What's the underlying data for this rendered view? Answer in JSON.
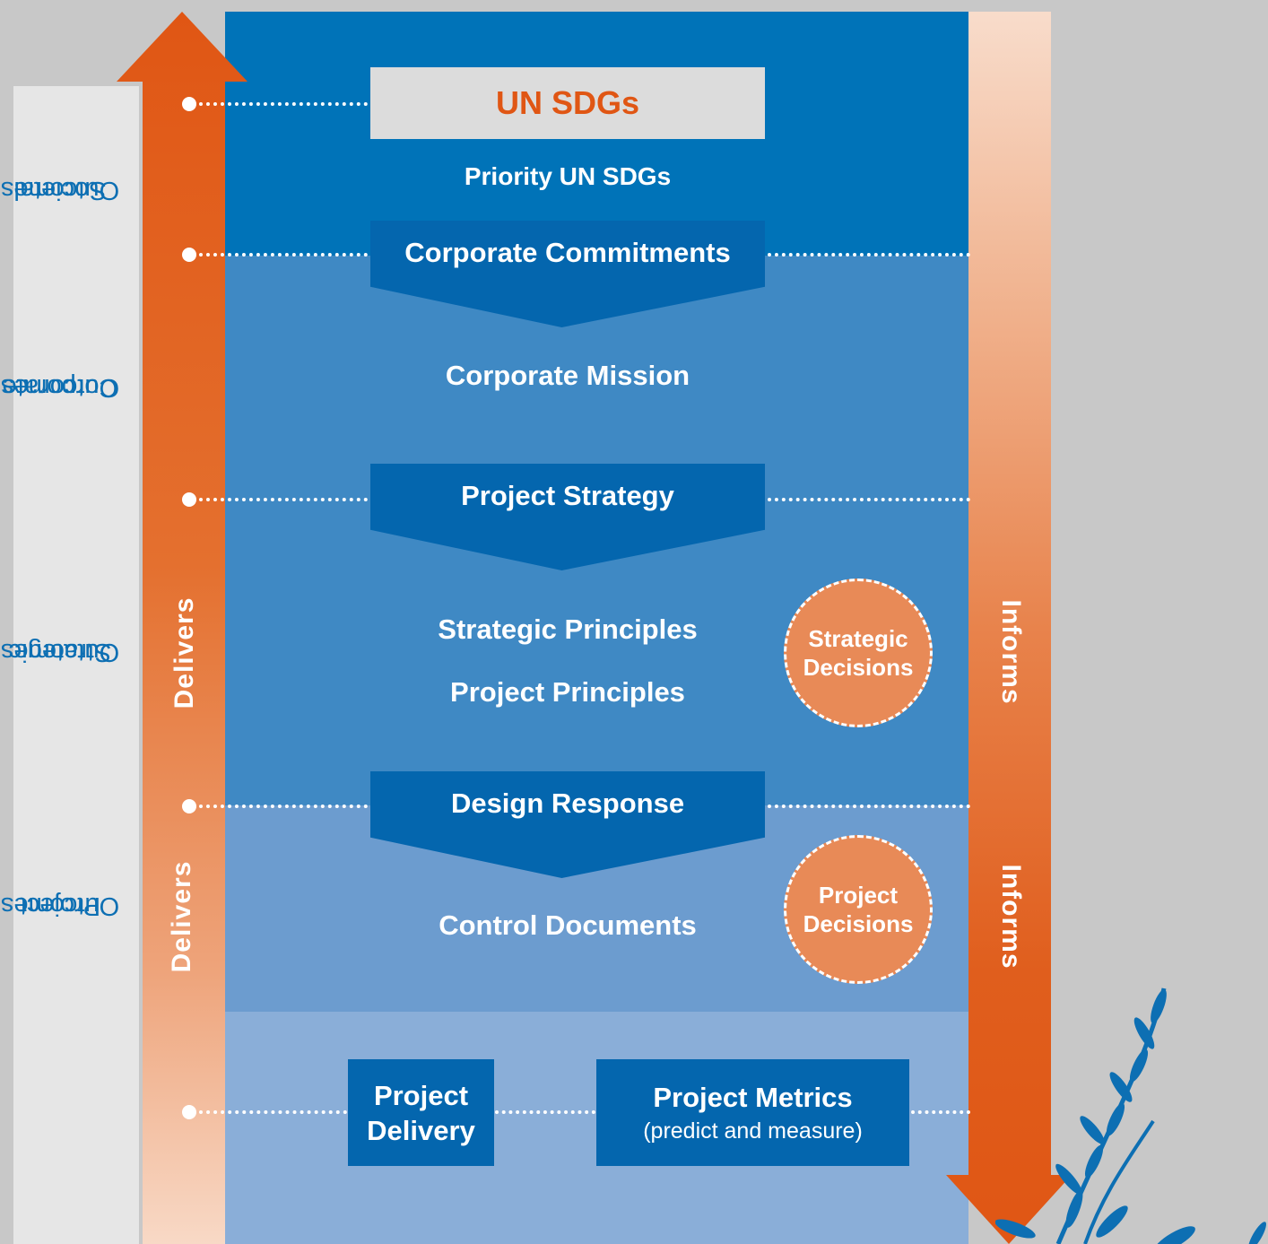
{
  "colors": {
    "background": "#c8c8c8",
    "panel": "#e6e6e6",
    "band_dark": "#0073b8",
    "band_mid": "#3f89c4",
    "band_light": "#6c9ccf",
    "band_lightest": "#8aaed8",
    "box_blue": "#0466ae",
    "accent_orange": "#e05614",
    "circle_orange": "#e88a57",
    "label_blue": "#0d6fb3"
  },
  "side_labels": [
    {
      "line1": "Societal",
      "line2": "Outcomes"
    },
    {
      "line1": "Corporate",
      "line2": "Outcomes"
    },
    {
      "line1": "Strategic",
      "line2": "Outcomes"
    },
    {
      "line1": "Project",
      "line2": "Outcomes"
    }
  ],
  "arrows": {
    "delivers_1": "Delivers",
    "delivers_2": "Delivers",
    "informs_1": "Informs",
    "informs_2": "Informs"
  },
  "flow": {
    "un_sdgs": "UN SDGs",
    "priority_sdgs": "Priority UN SDGs",
    "corporate_commitments": "Corporate Commitments",
    "corporate_mission": "Corporate Mission",
    "project_strategy": "Project Strategy",
    "strategic_principles": "Strategic Principles",
    "project_principles": "Project Principles",
    "design_response": "Design Response",
    "control_documents": "Control Documents"
  },
  "decisions": {
    "strategic_line1": "Strategic",
    "strategic_line2": "Decisions",
    "project_line1": "Project",
    "project_line2": "Decisions"
  },
  "bottom": {
    "delivery_line1": "Project",
    "delivery_line2": "Delivery",
    "metrics_title": "Project Metrics",
    "metrics_sub": "(predict and measure)"
  },
  "icons": [
    "plant-sprig-icon"
  ]
}
